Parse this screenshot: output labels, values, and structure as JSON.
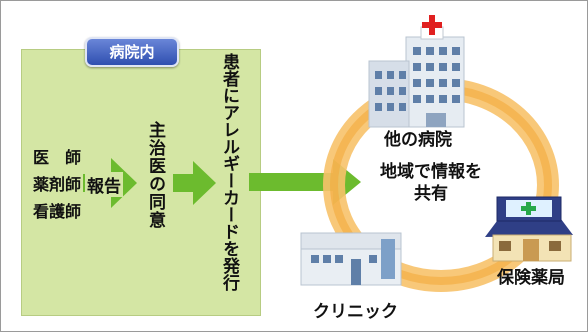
{
  "hospital_badge": "病院内",
  "staff": [
    "医　師",
    "薬剤師",
    "看護師"
  ],
  "report": "報告",
  "consent": "主治医の同意",
  "issue": "患者にアレルギーカードを発行",
  "center_line1": "地域で情報を",
  "center_line2": "共有",
  "other_hospital": "他の病院",
  "pharmacy": "保険薬局",
  "clinic": "クリニック",
  "colors": {
    "panel": "#d4e6a4",
    "arrow": "#6cbb2e",
    "ring": "#f5b754",
    "badge": "#3a5bc0",
    "cross": "#e02020"
  }
}
